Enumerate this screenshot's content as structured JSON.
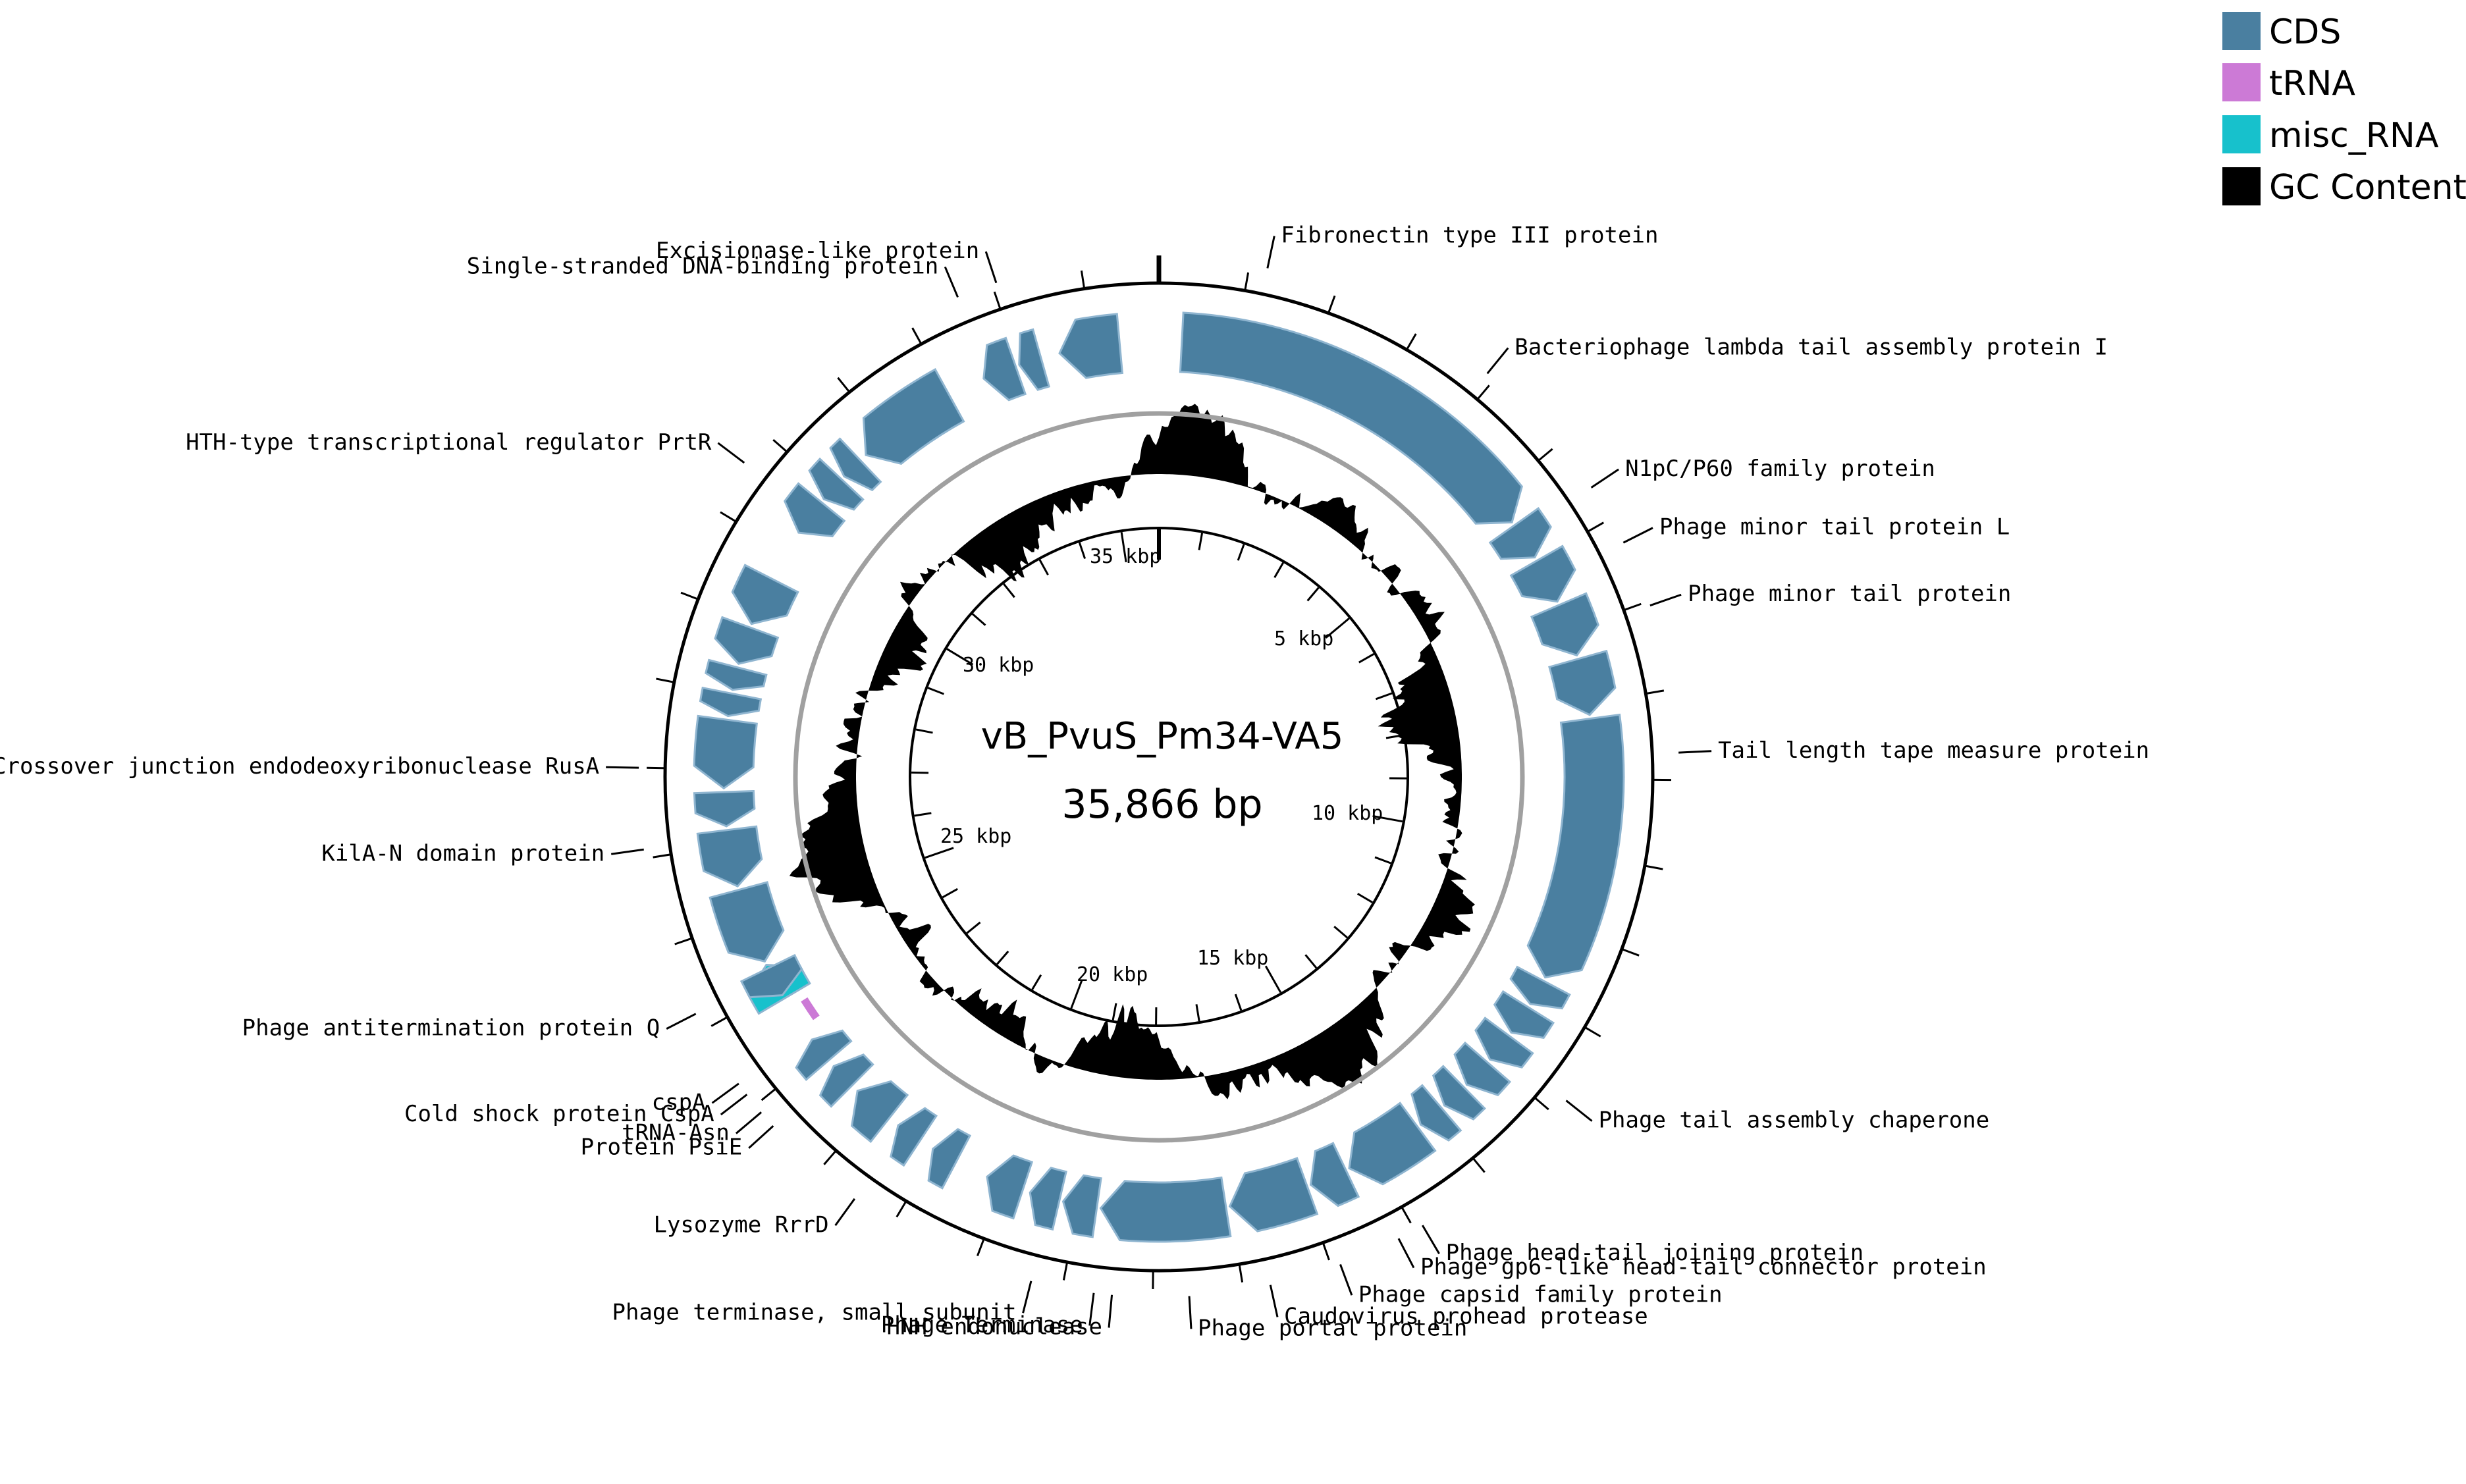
{
  "title": {
    "name": "vB_PvuS_Pm34-VA5",
    "length_label": "35,866 bp"
  },
  "genome_length_bp": 35866,
  "colors": {
    "cds": "#4a7fa0",
    "cds_highlight": "#8fb5d0",
    "trna": "#cc7ad6",
    "misc_rna": "#17c1cc",
    "gc": "#000000",
    "ring": "#000000",
    "inner_ring": "#a0a0a0",
    "label_line": "#000000"
  },
  "legend": [
    {
      "label": "CDS",
      "color": "#4a7fa0"
    },
    {
      "label": "tRNA",
      "color": "#cc7ad6"
    },
    {
      "label": "misc_RNA",
      "color": "#17c1cc"
    },
    {
      "label": "GC Content",
      "color": "#000000"
    }
  ],
  "kbp_ticks": [
    "35 kbp",
    "5 kbp",
    "30 kbp",
    "10 kbp",
    "25 kbp",
    "20 kbp",
    "15 kbp"
  ],
  "features": [
    {
      "type": "CDS",
      "start": 300,
      "end": 5400,
      "strand": 1
    },
    {
      "type": "CDS",
      "start": 5450,
      "end": 5950,
      "strand": 1
    },
    {
      "type": "CDS",
      "start": 6000,
      "end": 6600,
      "strand": 1
    },
    {
      "type": "CDS",
      "start": 6650,
      "end": 7350,
      "strand": 1
    },
    {
      "type": "CDS",
      "start": 7400,
      "end": 8150,
      "strand": 1
    },
    {
      "type": "CDS",
      "start": 8200,
      "end": 11700,
      "strand": 1
    },
    {
      "type": "CDS",
      "start": 11750,
      "end": 12100,
      "strand": 1
    },
    {
      "type": "CDS",
      "start": 12150,
      "end": 12550,
      "strand": 1
    },
    {
      "type": "CDS",
      "start": 12600,
      "end": 13000,
      "strand": 1
    },
    {
      "type": "CDS",
      "start": 13050,
      "end": 13450,
      "strand": 1
    },
    {
      "type": "CDS",
      "start": 13500,
      "end": 13850,
      "strand": 1
    },
    {
      "type": "CDS",
      "start": 13900,
      "end": 14250,
      "strand": 1
    },
    {
      "type": "CDS",
      "start": 14300,
      "end": 15350,
      "strand": 1
    },
    {
      "type": "CDS",
      "start": 15400,
      "end": 15900,
      "strand": 1
    },
    {
      "type": "CDS",
      "start": 15950,
      "end": 17000,
      "strand": 1
    },
    {
      "type": "CDS",
      "start": 17050,
      "end": 18700,
      "strand": 1
    },
    {
      "type": "CDS",
      "start": 18750,
      "end": 19200,
      "strand": 1
    },
    {
      "type": "CDS",
      "start": 19250,
      "end": 19650,
      "strand": 1
    },
    {
      "type": "CDS",
      "start": 19750,
      "end": 20250,
      "strand": 1
    },
    {
      "type": "CDS",
      "start": 20700,
      "end": 21050,
      "strand": 1
    },
    {
      "type": "CDS",
      "start": 21250,
      "end": 21600,
      "strand": 1
    },
    {
      "type": "CDS",
      "start": 21750,
      "end": 22300,
      "strand": 1
    },
    {
      "type": "CDS",
      "start": 22400,
      "end": 22750,
      "strand": 1
    },
    {
      "type": "CDS",
      "start": 22850,
      "end": 23200,
      "strand": 1
    },
    {
      "type": "tRNA",
      "start": 23400,
      "end": 23700,
      "strand": 1
    },
    {
      "type": "misc_RNA",
      "start": 23850,
      "end": 24350,
      "strand": 1
    },
    {
      "type": "CDS",
      "start": 23900,
      "end": 24300,
      "strand": -1
    },
    {
      "type": "CDS",
      "start": 24400,
      "end": 25400,
      "strand": -1
    },
    {
      "type": "CDS",
      "start": 25450,
      "end": 26200,
      "strand": -1
    },
    {
      "type": "CDS",
      "start": 26250,
      "end": 26700,
      "strand": -1
    },
    {
      "type": "CDS",
      "start": 26750,
      "end": 27650,
      "strand": -1
    },
    {
      "type": "CDS",
      "start": 27700,
      "end": 28000,
      "strand": -1
    },
    {
      "type": "CDS",
      "start": 28050,
      "end": 28350,
      "strand": -1
    },
    {
      "type": "CDS",
      "start": 28400,
      "end": 28900,
      "strand": -1
    },
    {
      "type": "CDS",
      "start": 28950,
      "end": 29600,
      "strand": -1
    },
    {
      "type": "CDS",
      "start": 30300,
      "end": 30800,
      "strand": -1
    },
    {
      "type": "CDS",
      "start": 30850,
      "end": 31200,
      "strand": -1
    },
    {
      "type": "CDS",
      "start": 31250,
      "end": 31550,
      "strand": -1
    },
    {
      "type": "CDS",
      "start": 31650,
      "end": 33000,
      "strand": -1
    },
    {
      "type": "CDS",
      "start": 33500,
      "end": 33950,
      "strand": -1
    },
    {
      "type": "CDS",
      "start": 34000,
      "end": 34300,
      "strand": -1
    },
    {
      "type": "CDS",
      "start": 34550,
      "end": 35350,
      "strand": -1
    }
  ],
  "labels": [
    {
      "text": "Fibronectin type III protein",
      "pos": 1200
    },
    {
      "text": "Bacteriophage lambda tail assembly protein I",
      "pos": 3900
    },
    {
      "text": "N1pC/P60 family protein",
      "pos": 5600
    },
    {
      "text": "Phage minor tail protein L",
      "pos": 6300
    },
    {
      "text": "Phage minor tail protein",
      "pos": 7050
    },
    {
      "text": "Tail length tape measure protein",
      "pos": 8700
    },
    {
      "text": "Phage tail assembly chaperone",
      "pos": 12800
    },
    {
      "text": "Phage head-tail joining protein",
      "pos": 14900
    },
    {
      "text": "Phage gp6-like head-tail connector protein",
      "pos": 15200
    },
    {
      "text": "Phage capsid family protein",
      "pos": 15900
    },
    {
      "text": "Caudovirus prohead protease",
      "pos": 16700
    },
    {
      "text": "Phage portal protein",
      "pos": 17600
    },
    {
      "text": "Phage Terminase",
      "pos": 18650
    },
    {
      "text": "Phage terminase, small subunit",
      "pos": 19350
    },
    {
      "text": "HNH endonuclease",
      "pos": 18450
    },
    {
      "text": "Lysozyme RrrD",
      "pos": 21500
    },
    {
      "text": "tRNA-Asn",
      "pos": 22900
    },
    {
      "text": "Protein PsiE",
      "pos": 22700
    },
    {
      "text": "Cold shock protein CspA",
      "pos": 23150
    },
    {
      "text": "cspA",
      "pos": 23300
    },
    {
      "text": "Phage antitermination protein Q",
      "pos": 24200
    },
    {
      "text": "KilA-N domain protein",
      "pos": 26100
    },
    {
      "text": "Crossover junction endodeoxyribonuclease RusA",
      "pos": 27000
    },
    {
      "text": "HTH-type transcriptional regulator PrtR",
      "pos": 30600
    },
    {
      "text": "Single-stranded DNA-binding protein",
      "pos": 33600
    },
    {
      "text": "Excisionase-like protein",
      "pos": 34050
    }
  ]
}
